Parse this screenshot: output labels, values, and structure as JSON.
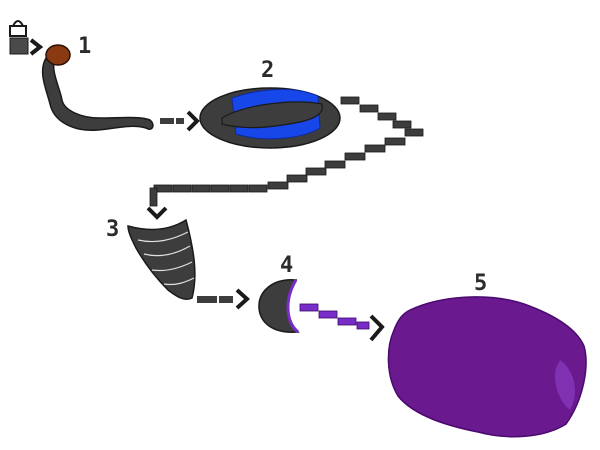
{
  "diagram": {
    "stages": [
      {
        "number": "1",
        "shape": "worm-larva"
      },
      {
        "number": "2",
        "shape": "cocoon"
      },
      {
        "number": "3",
        "shape": "funnel-shell"
      },
      {
        "number": "4",
        "shape": "crescent-pod"
      },
      {
        "number": "5",
        "shape": "egg-mass"
      }
    ],
    "icon": "lock-icon",
    "colors": {
      "body": "#3d3d3d",
      "outline": "#1a1a1a",
      "head": "#8a3a12",
      "band": "#1747e8",
      "purple": "#6a1a8e",
      "purple_light": "#8a3cc0",
      "arrow_dark": "#2b2b2b",
      "arrow_purple": "#7a2cc8"
    }
  }
}
